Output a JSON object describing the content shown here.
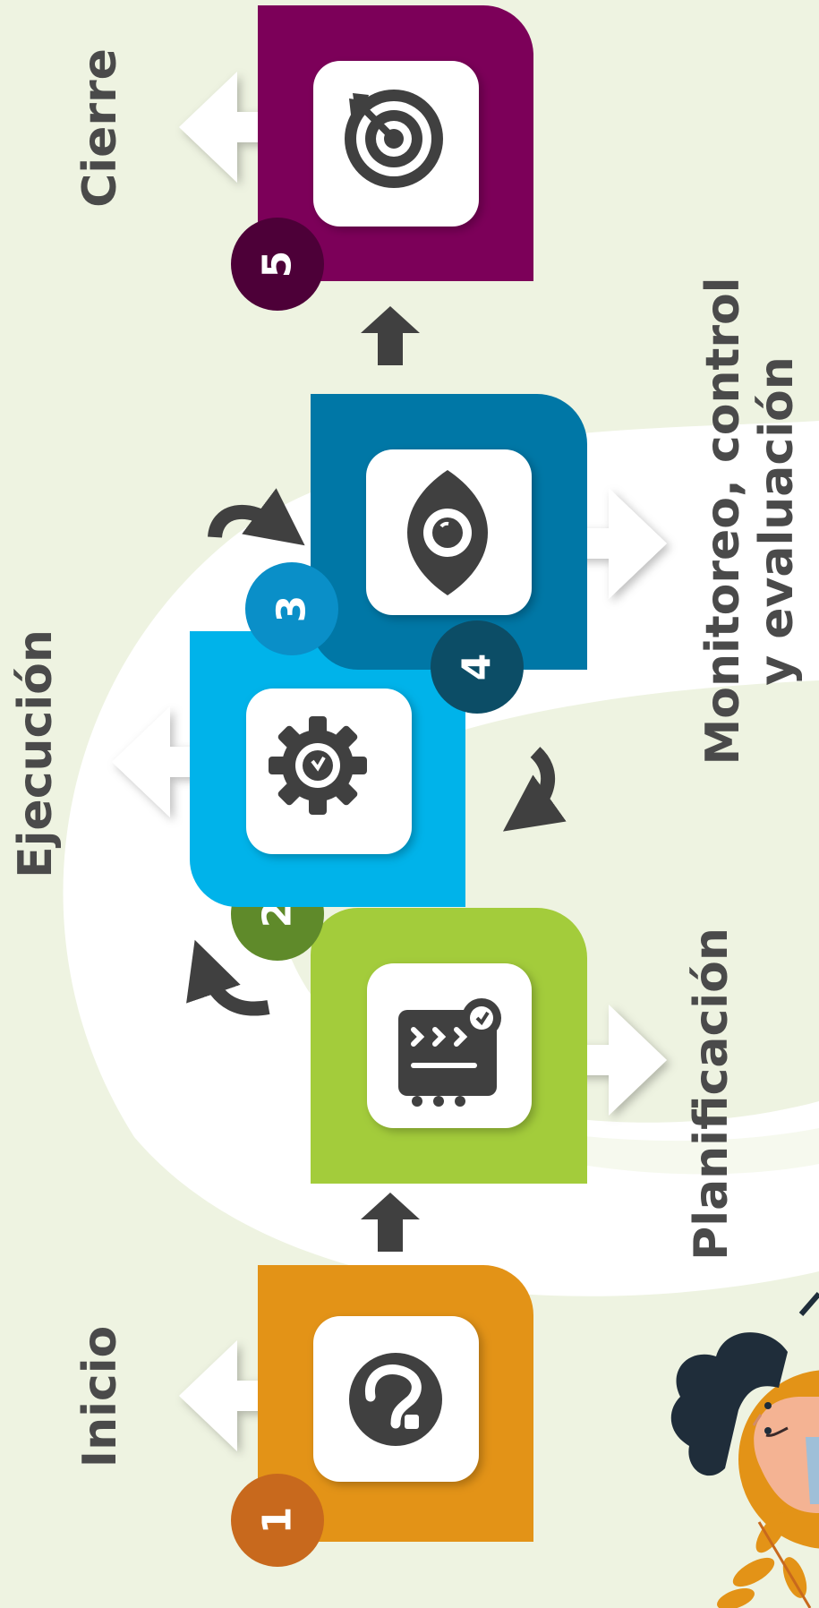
{
  "colors": {
    "background": "#eef3e1",
    "swirl": "#ffffff",
    "arrow_dark": "#404040",
    "label_text": "#4a4a4a",
    "step1": "#e39317",
    "step1_badge": "#c8691d",
    "step2": "#a3cc3b",
    "step2_badge": "#5f8a2a",
    "step3": "#00b3ea",
    "step3_badge": "#0a8fc8",
    "step4": "#0077a6",
    "step4_badge": "#0c4d66",
    "step5": "#7c0059",
    "step5_badge": "#4d0038"
  },
  "steps": [
    {
      "number": "1",
      "label": "Inicio",
      "icon": "question-icon"
    },
    {
      "number": "2",
      "label": "Planificación",
      "icon": "checklist-icon"
    },
    {
      "number": "3",
      "label": "Ejecución",
      "icon": "gear-check-icon"
    },
    {
      "number": "4",
      "label_line1": "Monitoreo, control",
      "label_line2": "y evaluación",
      "icon": "eye-icon"
    },
    {
      "number": "5",
      "label": "Cierre",
      "icon": "target-icon"
    }
  ],
  "illustration": {
    "icon": "person-thinking-icon"
  }
}
